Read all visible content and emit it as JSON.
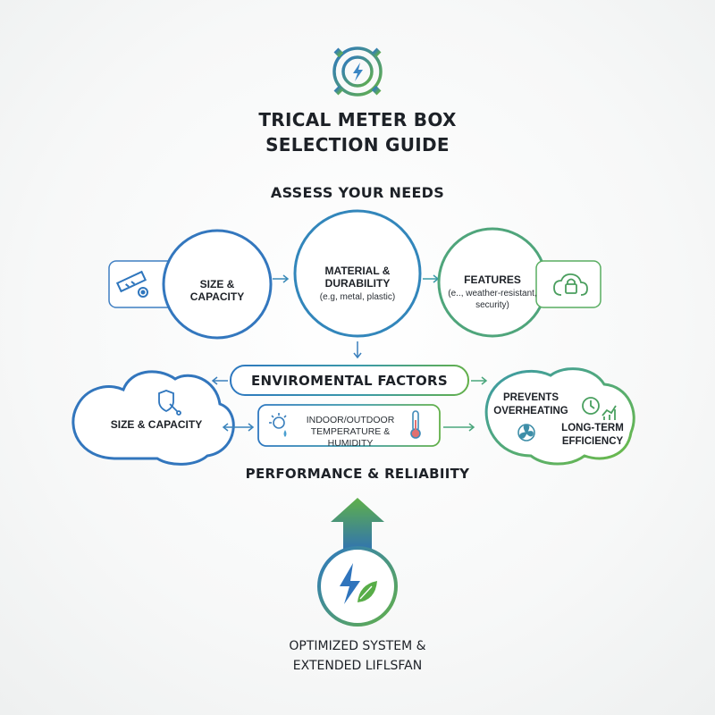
{
  "header": {
    "title_line1": "TRICAL METER BOX",
    "title_line2": "SELECTION GUIDE",
    "logo_icon": "gear-lightning-icon"
  },
  "assess": {
    "heading": "ASSESS YOUR NEEDS",
    "size_capacity": "SIZE & CAPACITY",
    "material_title": "MATERIAL & DURABILITY",
    "material_sub": "(e.g, metal, plastic)",
    "features_title": "FEATURES",
    "features_sub1": "(e.., weather-resistant,",
    "features_sub2": "security)",
    "left_icon": "ruler-gear-icon",
    "right_icon": "cloud-lock-icon"
  },
  "environment": {
    "heading": "ENVIROMENTAL FACTORS",
    "left_cloud_label": "SIZE & CAPACITY",
    "indoor_line1": "INDOOR/OUTDOOR",
    "indoor_line2": "TEMPERATURE & HUMIDITY",
    "prevents_line1": "PREVENTS",
    "prevents_line2": "OVERHEATING",
    "long_term_line1": "LONG-TERM",
    "long_term_line2": "EFFICIENCY"
  },
  "performance": {
    "heading": "PERFORMANCE & RELIABIITY"
  },
  "result": {
    "line1": "OPTIMIZED SYSTEM &",
    "line2": "EXTENDED LIFLSFAN",
    "icon": "lightning-leaf-icon"
  },
  "colors": {
    "blue": "#2e78c0",
    "teal": "#3b9aa8",
    "green": "#63b04a"
  }
}
